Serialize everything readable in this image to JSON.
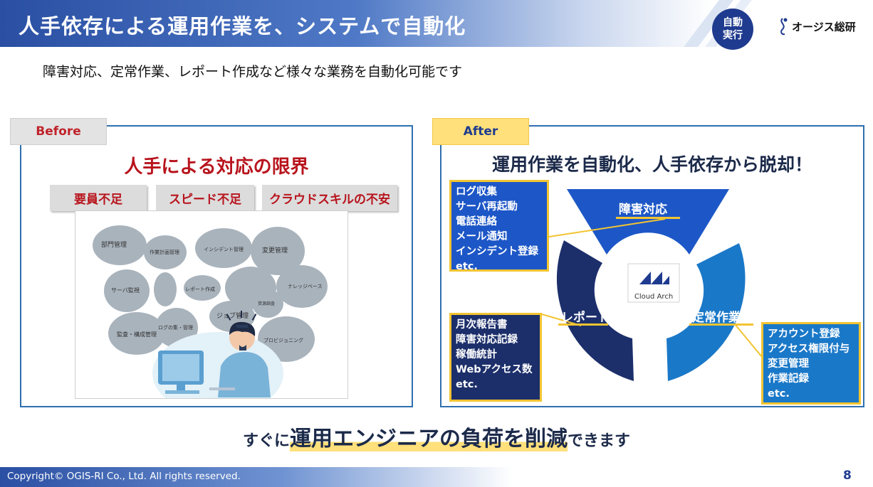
{
  "header": {
    "title": "人手依存による運用作業を、システムで自動化",
    "badge": [
      "自動",
      "実行"
    ],
    "logo_text": "オージス総研"
  },
  "subtitle": "障害対応、定常作業、レポート作成など様々な業務を自動化可能です",
  "before": {
    "tag": "Before",
    "heading": "人手による対応の限界",
    "pills": [
      "要員不足",
      "スピード不足",
      "クラウドスキルの不安"
    ],
    "bubbles": [
      "部門管理",
      "作業計画管理",
      "インシデント管理",
      "変更管理",
      "サーバ監視",
      "レポート作成",
      "ナレッジベース",
      "資源調査",
      "ログの集・管理",
      "ジョブ管理",
      "監査・構成管理",
      "プロビジョニング"
    ]
  },
  "after": {
    "tag": "After",
    "heading": "運用作業を自動化、人手依存から脱却！",
    "center_label": "Cloud Arch",
    "segments": {
      "incident": "障害対応",
      "report": "レポート",
      "routine": "定常作業"
    },
    "box_incident": [
      "ログ収集",
      "サーバ再起動",
      "電話連絡",
      "メール通知",
      "インシデント登録",
      "etc."
    ],
    "box_report": [
      "月次報告書",
      "障害対応記録",
      "稼働統計",
      "Webアクセス数",
      "etc."
    ],
    "box_routine": [
      "アカウント登録",
      "アクセス権限付与",
      "変更管理",
      "作業記録",
      "etc."
    ]
  },
  "cta": {
    "prefix": "すぐに",
    "emphasis": "運用エンジニアの負荷を削減",
    "suffix": "できます"
  },
  "footer": {
    "copyright": "Copyright© OGIS-RI Co., Ltd.  All rights reserved.",
    "page": "8"
  },
  "colors": {
    "title_blue": "#1f3b8f",
    "alert_red": "#b8141d",
    "accent_yellow": "#f2c431",
    "segment_blue": "#1d57c7",
    "segment_navy": "#1c2f6b",
    "segment_mid": "#1a78c8"
  }
}
